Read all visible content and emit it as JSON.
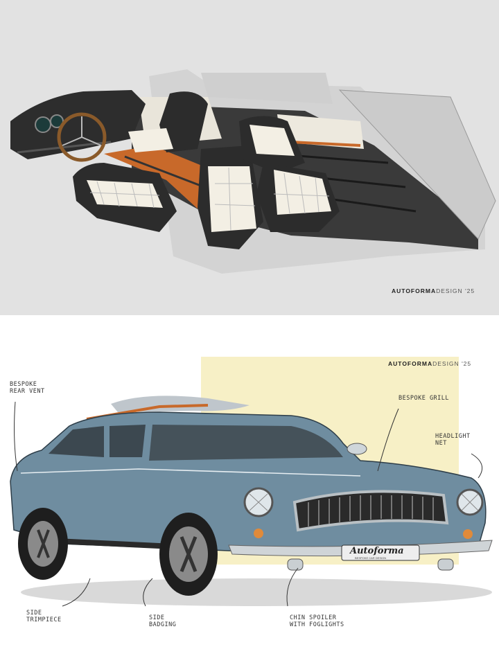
{
  "interior_sketch": {
    "watermark": {
      "brand": "AUTOFORMA",
      "suffix": "DESIGN",
      "year": "'25"
    }
  },
  "exterior_sketch": {
    "watermark": {
      "brand": "AUTOFORMA",
      "suffix": "DESIGN",
      "year": "'25"
    },
    "grille_badge": {
      "script": "Autoforma",
      "tagline": "BESPOKE CAR DESIGN"
    },
    "annotations": {
      "rear_vent": [
        "Bespoke",
        "rear vent"
      ],
      "grill": [
        "Bespoke grill"
      ],
      "headlight": [
        "Headlight",
        "net"
      ],
      "side_trim": [
        "Side",
        "trimpiece"
      ],
      "side_badging": [
        "Side",
        "badging"
      ],
      "chin_spoiler": [
        "Chin spoiler",
        "with foglights"
      ]
    }
  },
  "colors": {
    "body_blue": "#6f8da0",
    "body_blue_dark": "#3f5566",
    "interior_cream": "#f3efe4",
    "interior_black": "#2c2c2c",
    "accent_orange": "#c8692a",
    "backdrop_yellow": "#f7f0c6"
  }
}
